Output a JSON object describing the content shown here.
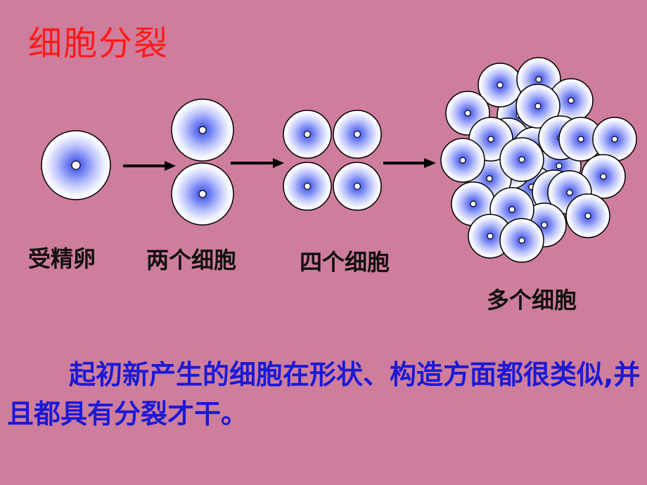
{
  "title": "细胞分裂",
  "stages": {
    "fertilized_egg": "受精卵",
    "two_cells": "两个细胞",
    "four_cells": "四个细胞",
    "many_cells": "多个细胞"
  },
  "description": "起初新产生的细胞在形状、构造方面都很类似,并且都具有分裂才干。",
  "colors": {
    "title": "#ff1a1a",
    "description": "#1a1ad6",
    "background": "#cf7d9c",
    "cell_center": "#2a3fd6"
  }
}
